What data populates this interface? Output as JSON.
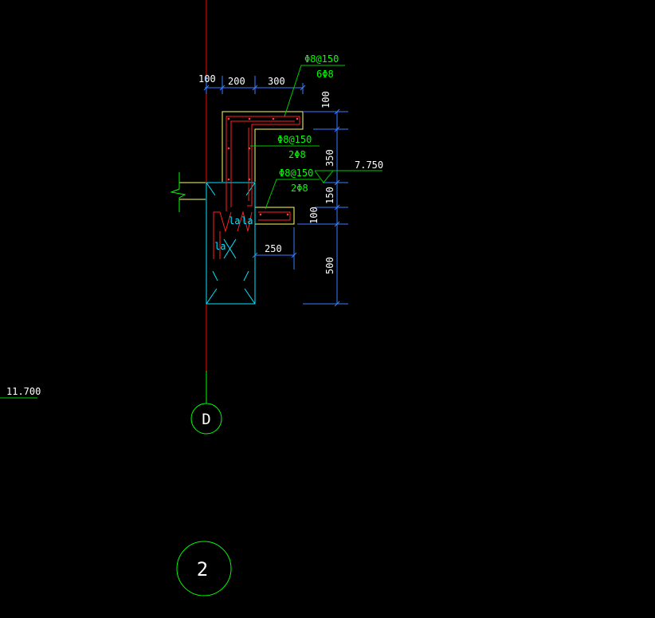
{
  "dimensions": {
    "top_100": "100",
    "top_200": "200",
    "top_300": "300",
    "right_100": "100",
    "right_350": "350",
    "right_150": "150",
    "right_100b": "100",
    "right_500": "500",
    "bottom_250": "250"
  },
  "rebar_labels": {
    "top_stirrup": "Φ8@150",
    "top_bars": "6Φ8",
    "mid_stirrup": "Φ8@150",
    "mid_bars": "2Φ8",
    "low_stirrup": "Φ8@150",
    "low_bars": "2Φ8"
  },
  "anchorage": {
    "la_1": "la",
    "la_2": "la",
    "la_3": "la"
  },
  "elevations": {
    "right": "7.750",
    "left": "11.700"
  },
  "grid_axes": {
    "axis_d": "D",
    "axis_2": "2"
  },
  "colors": {
    "background": "#000000",
    "axis": "#ff0000",
    "concrete_outline": "#ffff66",
    "rebar": "#ff2020",
    "cyan": "#00e5ff",
    "dimension": "#3a7bff",
    "leader": "#00cc00",
    "text": "#ffffff",
    "label": "#00ff00"
  }
}
